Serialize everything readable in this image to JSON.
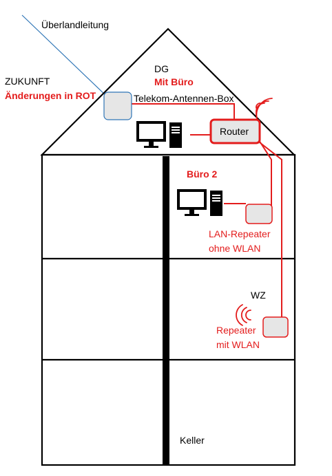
{
  "labels": {
    "overhead_line": "Überlandleitung",
    "future_title": "ZUKUNFT",
    "future_note": "Änderungen in ROT",
    "attic_floor": "DG",
    "attic_office": "Mit Büro",
    "antenna_box": "Telekom-Antennen-Box",
    "router": "Router",
    "office2": "Büro 2",
    "lan_repeater_line1": "LAN-Repeater",
    "lan_repeater_line2": "ohne WLAN",
    "living_room": "WZ",
    "wifi_repeater_line1": "Repeater",
    "wifi_repeater_line2": "mit WLAN",
    "basement": "Keller"
  },
  "colors": {
    "change_red": "#e31c1c",
    "line_blue": "#2e75b6",
    "outline": "#000000",
    "device_fill": "#e6e6e6"
  },
  "icons": {
    "computer": "desktop-computer-icon",
    "wifi": "wifi-signal-icon"
  }
}
